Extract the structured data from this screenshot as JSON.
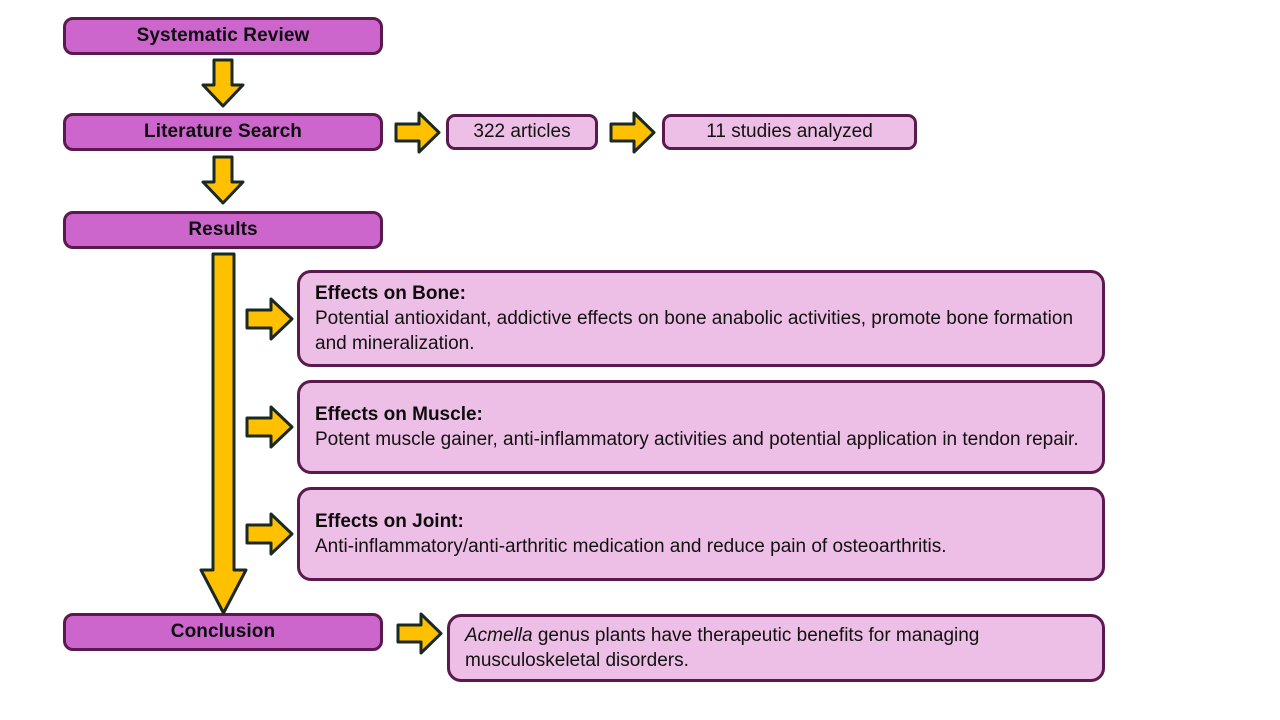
{
  "figure": {
    "type": "flowchart",
    "background_color": "#FFFFFF",
    "palette": {
      "stage_fill": "#CC66CC",
      "panel_fill": "#EEBFE6",
      "border": "#5B1A4D",
      "arrow_fill": "#FFC000",
      "arrow_stroke": "#1A2A22",
      "text": "#111111"
    }
  },
  "stages": {
    "systematic_review": "Systematic Review",
    "literature_search": "Literature Search",
    "results": "Results",
    "conclusion": "Conclusion"
  },
  "search_outputs": [
    {
      "label": "322 articles"
    },
    {
      "label": "11 studies analyzed"
    }
  ],
  "effects": [
    {
      "heading": "Effects on Bone:",
      "body": "Potential antioxidant, addictive effects on bone anabolic activities, promote bone formation and mineralization."
    },
    {
      "heading": "Effects on Muscle:",
      "body": "Potent muscle gainer, anti-inflammatory activities and potential application in tendon repair."
    },
    {
      "heading": "Effects on Joint:",
      "body": "Anti-inflammatory/anti-arthritic medication and reduce pain of osteoarthritis."
    }
  ],
  "conclusion_statement": {
    "italic_lead": "Acmella",
    "rest": " genus plants have therapeutic benefits for managing musculoskeletal disorders."
  },
  "arrows": {
    "review_to_search": "down-arrow",
    "search_to_results": "down-arrow",
    "results_to_conclusion": "long-down-arrow",
    "search_to_articles": "right-arrow",
    "articles_to_studies": "right-arrow",
    "results_to_bone": "right-arrow",
    "results_to_muscle": "right-arrow",
    "results_to_joint": "right-arrow",
    "conclusion_to_statement": "right-arrow"
  }
}
